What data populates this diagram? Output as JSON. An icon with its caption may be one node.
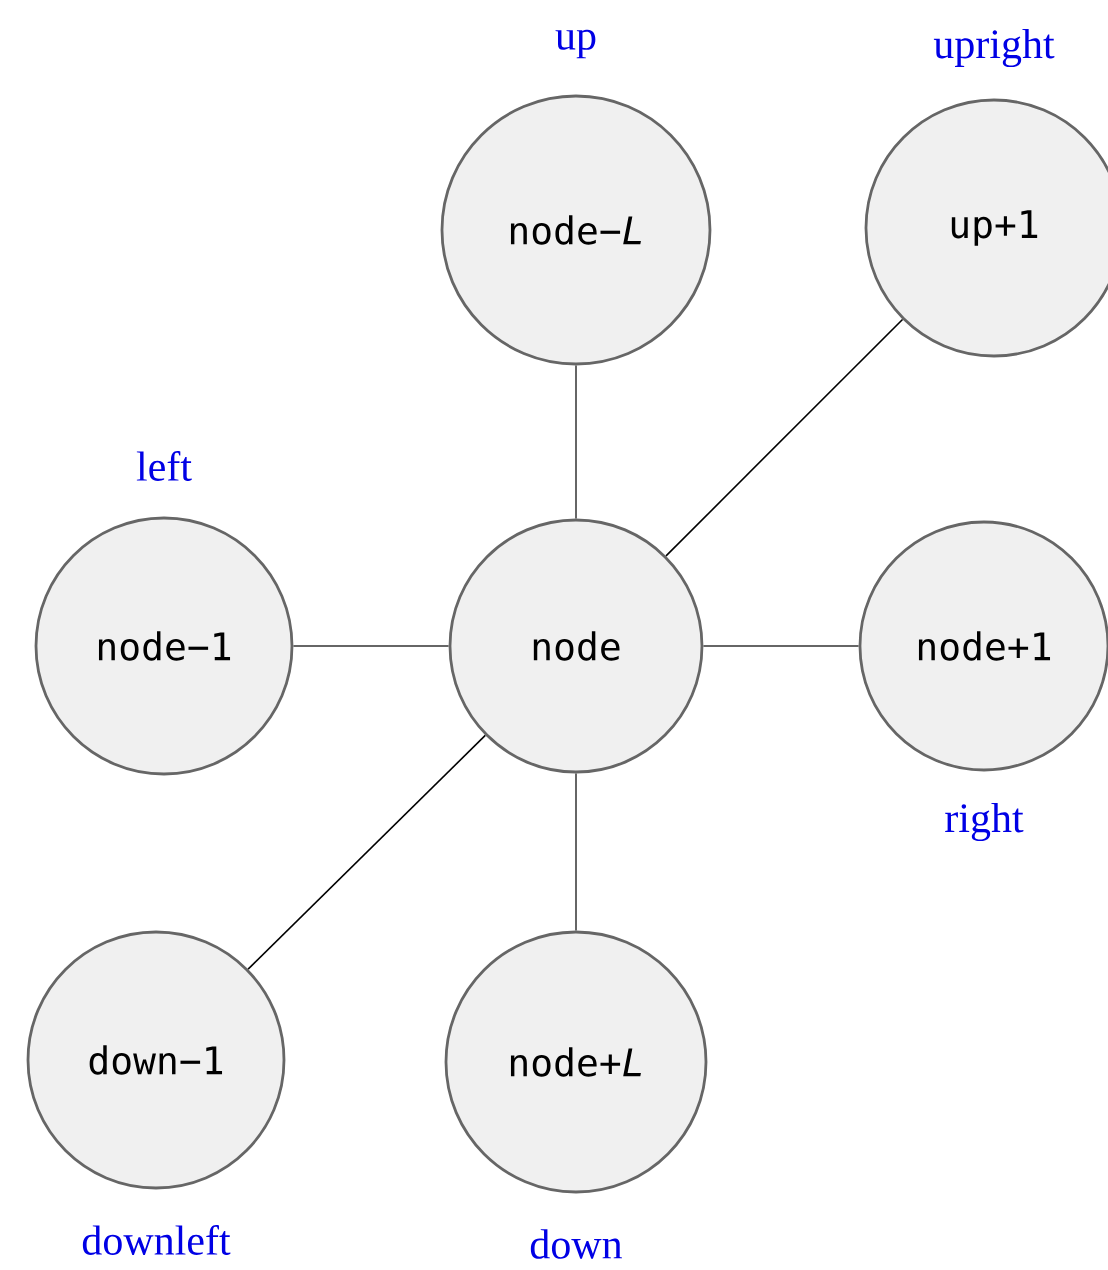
{
  "diagram": {
    "nodes": [
      {
        "text": [
          "node−*L*"
        ],
        "beside": [
          "up"
        ]
      },
      {
        "text": [
          "up+1"
        ],
        "beside": [
          "upright"
        ]
      },
      {
        "text": [
          "node−1"
        ],
        "beside": [
          "left"
        ]
      },
      {
        "text": [
          "node"
        ]
      },
      {
        "text": [
          "node+1"
        ],
        "beside": [
          "right"
        ]
      },
      {
        "text": [
          "down−1"
        ],
        "beside": [
          "downleft"
        ]
      },
      {
        "text": [
          "node+*L*"
        ],
        "beside": [
          "down"
        ]
      }
    ],
    "edges": [
      {
        "from": 3,
        "to": 0,
        "arrow": "none"
      },
      {
        "from": 3,
        "to": 1,
        "arrow": "none",
        "color": "#000000"
      },
      {
        "from": 3,
        "to": 2,
        "arrow": "none"
      },
      {
        "from": 3,
        "to": 4,
        "arrow": "none"
      },
      {
        "from": 3,
        "to": 5,
        "arrow": "none",
        "color": "#000000"
      },
      {
        "from": 3,
        "to": 6,
        "arrow": "none"
      }
    ]
  }
}
